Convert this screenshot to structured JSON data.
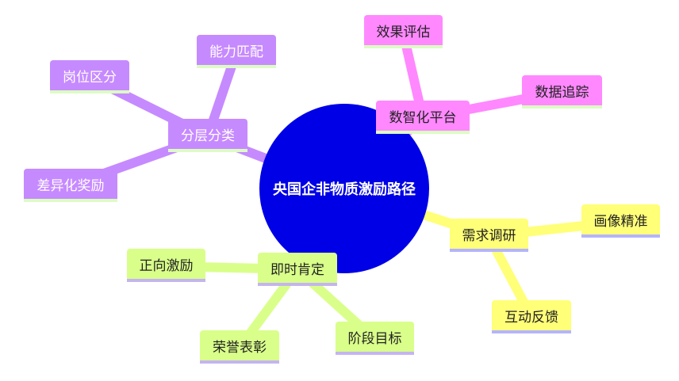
{
  "center": {
    "label": "央国企非物质激励路径",
    "color": "#0000e6"
  },
  "branches": [
    {
      "label": "分层分类",
      "color": "#c68aff",
      "children": [
        "岗位区分",
        "能力匹配",
        "差异化奖励"
      ]
    },
    {
      "label": "数智化平台",
      "color": "#ff88ff",
      "children": [
        "效果评估",
        "数据追踪"
      ]
    },
    {
      "label": "需求调研",
      "color": "#ffff78",
      "children": [
        "画像精准",
        "互动反馈"
      ]
    },
    {
      "label": "即时肯定",
      "color": "#d9ff8a",
      "children": [
        "正向激励",
        "荣誉表彰",
        "阶段目标"
      ]
    }
  ]
}
